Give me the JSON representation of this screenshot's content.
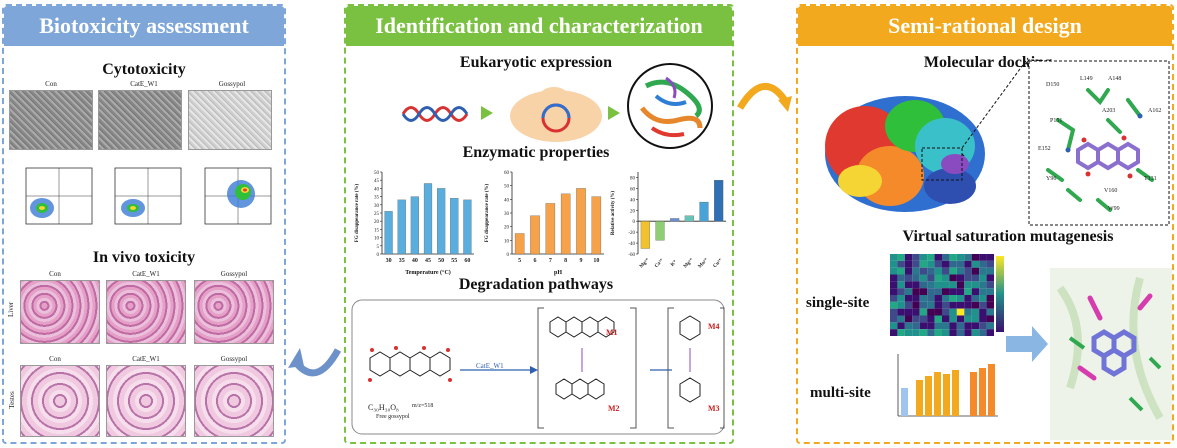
{
  "panels": {
    "left": {
      "title": "Biotoxicity assessment",
      "color": "#7ea6d8"
    },
    "middle": {
      "title": "Identification and characterization",
      "color": "#7ac142"
    },
    "right": {
      "title": "Semi-rational design",
      "color": "#f2a91d"
    }
  },
  "left": {
    "cytotoxicity": "Cytotoxicity",
    "invivo": "In vivo toxicity",
    "col_labels": [
      "Con",
      "CatE_W1",
      "Gossypol"
    ],
    "row_labels": [
      "Liver",
      "Testes"
    ]
  },
  "middle": {
    "eukaryotic": "Eukaryotic expression",
    "enzymatic": "Enzymatic properties",
    "degradation": "Degradation pathways",
    "enzyme_label": "CatE_W1",
    "compound_free": "Free gossypol",
    "compound_formula": "C₃₀H₃₀O₈",
    "compound_mass": "m/z=518",
    "m1": "M1",
    "m2": "M2",
    "m3": "M3",
    "m4": "M4"
  },
  "right": {
    "docking": "Molecular docking",
    "virtual": "Virtual saturation mutagenesis",
    "single": "single-site",
    "multi": "multi-site",
    "residues": [
      "D150",
      "L149",
      "A148",
      "A162",
      "A203",
      "P151",
      "E152",
      "Y96",
      "V160",
      "T131",
      "W99"
    ]
  },
  "chart_data": [
    {
      "type": "bar",
      "title": "",
      "xlabel": "Temperature (°C)",
      "ylabel": "FG disappearance rate (%)",
      "categories": [
        "30",
        "35",
        "40",
        "45",
        "50",
        "55",
        "60"
      ],
      "values": [
        26,
        33,
        35,
        43,
        40,
        34,
        33
      ],
      "ylim": [
        0,
        50
      ],
      "yticks": [
        "0",
        "5",
        "10",
        "15",
        "20",
        "25",
        "30",
        "35",
        "40",
        "45",
        "50"
      ],
      "color": "#5aaede"
    },
    {
      "type": "bar",
      "title": "",
      "xlabel": "pH",
      "ylabel": "FG disappearance rate (%)",
      "categories": [
        "5",
        "6",
        "7",
        "8",
        "9",
        "10"
      ],
      "values": [
        15,
        28,
        37,
        44,
        48,
        42
      ],
      "ylim": [
        0,
        60
      ],
      "yticks": [
        "0",
        "10",
        "20",
        "30",
        "40",
        "50",
        "60"
      ],
      "color": "#f5a24b"
    },
    {
      "type": "bar",
      "title": "",
      "xlabel": "",
      "ylabel": "Relative activity (%)",
      "categories": [
        "Mg²⁺",
        "Ca²⁺",
        "K⁺",
        "Mg²⁺",
        "Mn²⁺",
        "Cu²⁺"
      ],
      "values": [
        -50,
        -35,
        5,
        10,
        35,
        75
      ],
      "ylim": [
        -60,
        90
      ],
      "yticks": [
        "-60",
        "-40",
        "-20",
        "0",
        "20",
        "40",
        "60",
        "80"
      ],
      "colors": [
        "#f2c12e",
        "#8fce74",
        "#6a8fd0",
        "#67c5b8",
        "#4aa3d6",
        "#2f6fb3"
      ]
    }
  ]
}
